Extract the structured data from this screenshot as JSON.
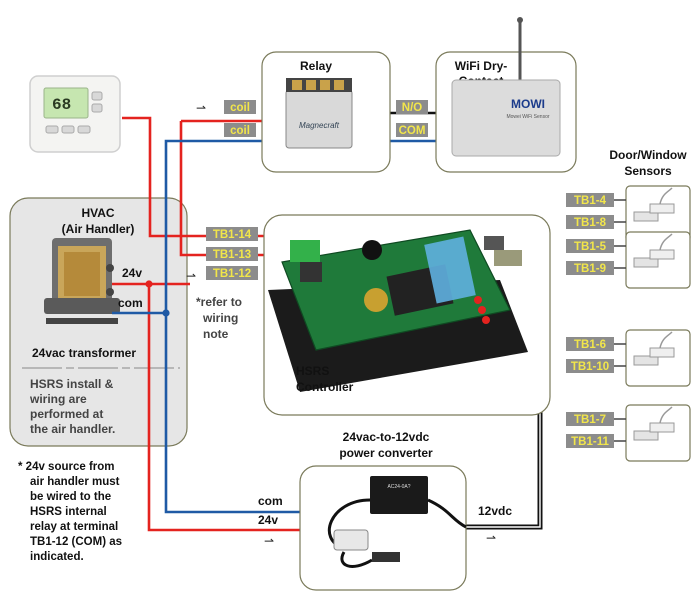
{
  "thermostat": {
    "display_value": "68"
  },
  "relay": {
    "title": "Relay",
    "brand": "Magnecraft"
  },
  "wifi": {
    "title_line1": "WiFi Dry-",
    "title_line2": "Contact",
    "brand": "MOWI",
    "brand_sub": "Mowei WiFi Sensor"
  },
  "terminals": {
    "coil_top": "coil",
    "coil_bottom": "coil",
    "no": "N/O",
    "com": "COM",
    "tb1_14": "TB1-14",
    "tb1_13": "TB1-13",
    "tb1_12": "TB1-12"
  },
  "hvac": {
    "title_line1": "HVAC",
    "title_line2": "(Air Handler)",
    "transformer_label": "24vac transformer",
    "wire_24v": "24v",
    "wire_com": "com",
    "note_line1": "HSRS install &",
    "note_line2": "wiring are",
    "note_line3": "performed at",
    "note_line4": "the air handler."
  },
  "refer_note": {
    "line1": "*refer to",
    "line2": "wiring",
    "line3": "note"
  },
  "controller": {
    "line1": "HSRS",
    "line2": "Controller"
  },
  "sensors": {
    "title_line1": "Door/Window",
    "title_line2": "Sensors",
    "groups": [
      {
        "a": "TB1-4",
        "b": "TB1-8"
      },
      {
        "a": "TB1-5",
        "b": "TB1-9"
      },
      {
        "a": "TB1-6",
        "b": "TB1-10"
      },
      {
        "a": "TB1-7",
        "b": "TB1-11"
      }
    ]
  },
  "converter": {
    "title_line1": "24vac-to-12vdc",
    "title_line2": "power converter",
    "module_label": "AC24-0A?",
    "com_label": "com",
    "v24_label": "24v",
    "v12_label": "12vdc"
  },
  "footnote": {
    "line1": "* 24v source from",
    "line2": "air handler must",
    "line3": "be wired to the",
    "line4": "HSRS internal",
    "line5": "relay at terminal",
    "line6": "TB1-12 (COM) as",
    "line7": "indicated."
  },
  "colors": {
    "red_wire": "#e4231f",
    "blue_wire": "#1f5aa5",
    "black_wire": "#111111",
    "tag_bg": "#8c8c8c",
    "tag_text": "#f2e64a",
    "panel_bg": "#e6e6e6",
    "frame_stroke": "#7a7a5a"
  }
}
